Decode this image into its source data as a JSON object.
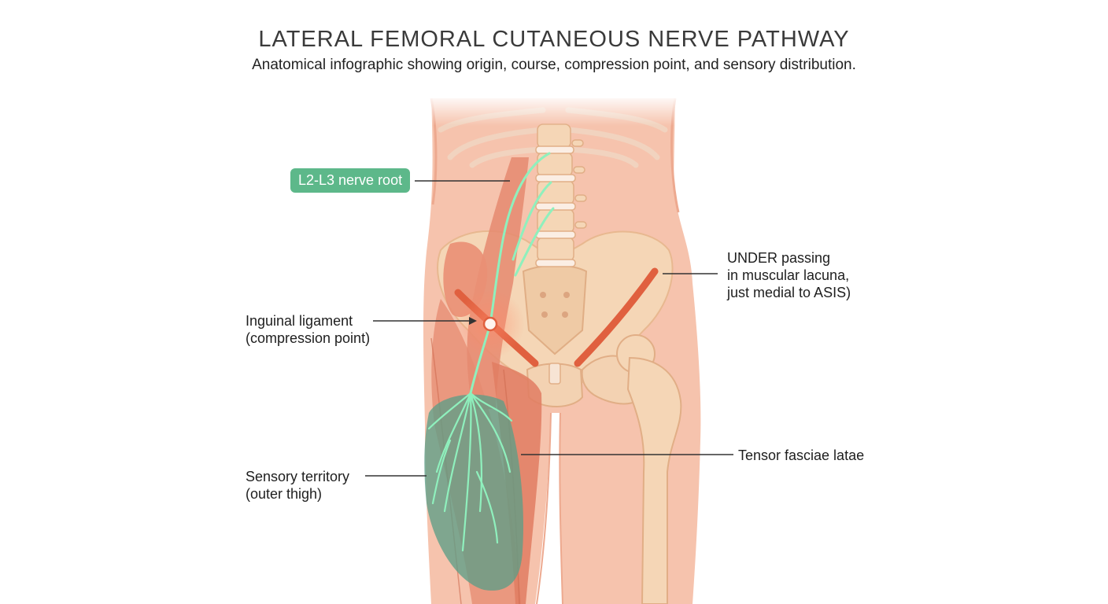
{
  "header": {
    "title": "LATERAL FEMORAL CUTANEOUS NERVE PATHWAY",
    "subtitle": "Anatomical infographic showing origin, course, compression point, and sensory distribution."
  },
  "labels": {
    "nerve_root": "L2-L3 nerve root",
    "under_passing": [
      "UNDER passing",
      "in muscular lacuna,",
      "just medial to ASIS)"
    ],
    "inguinal": [
      "Inguinal ligament",
      "(compression point)"
    ],
    "tensor": "Tensor fasciae latae",
    "sensory": [
      "Sensory territory",
      "(outer thigh)"
    ]
  },
  "colors": {
    "skin": "#f6c3ad",
    "bone": "#f5d6b6",
    "muscle": "#e58a70",
    "ligament": "#e0603f",
    "nerve": "#8ff0bd",
    "territory": "#5e9e87",
    "pill": "#5db88a",
    "leader": "#333333"
  }
}
